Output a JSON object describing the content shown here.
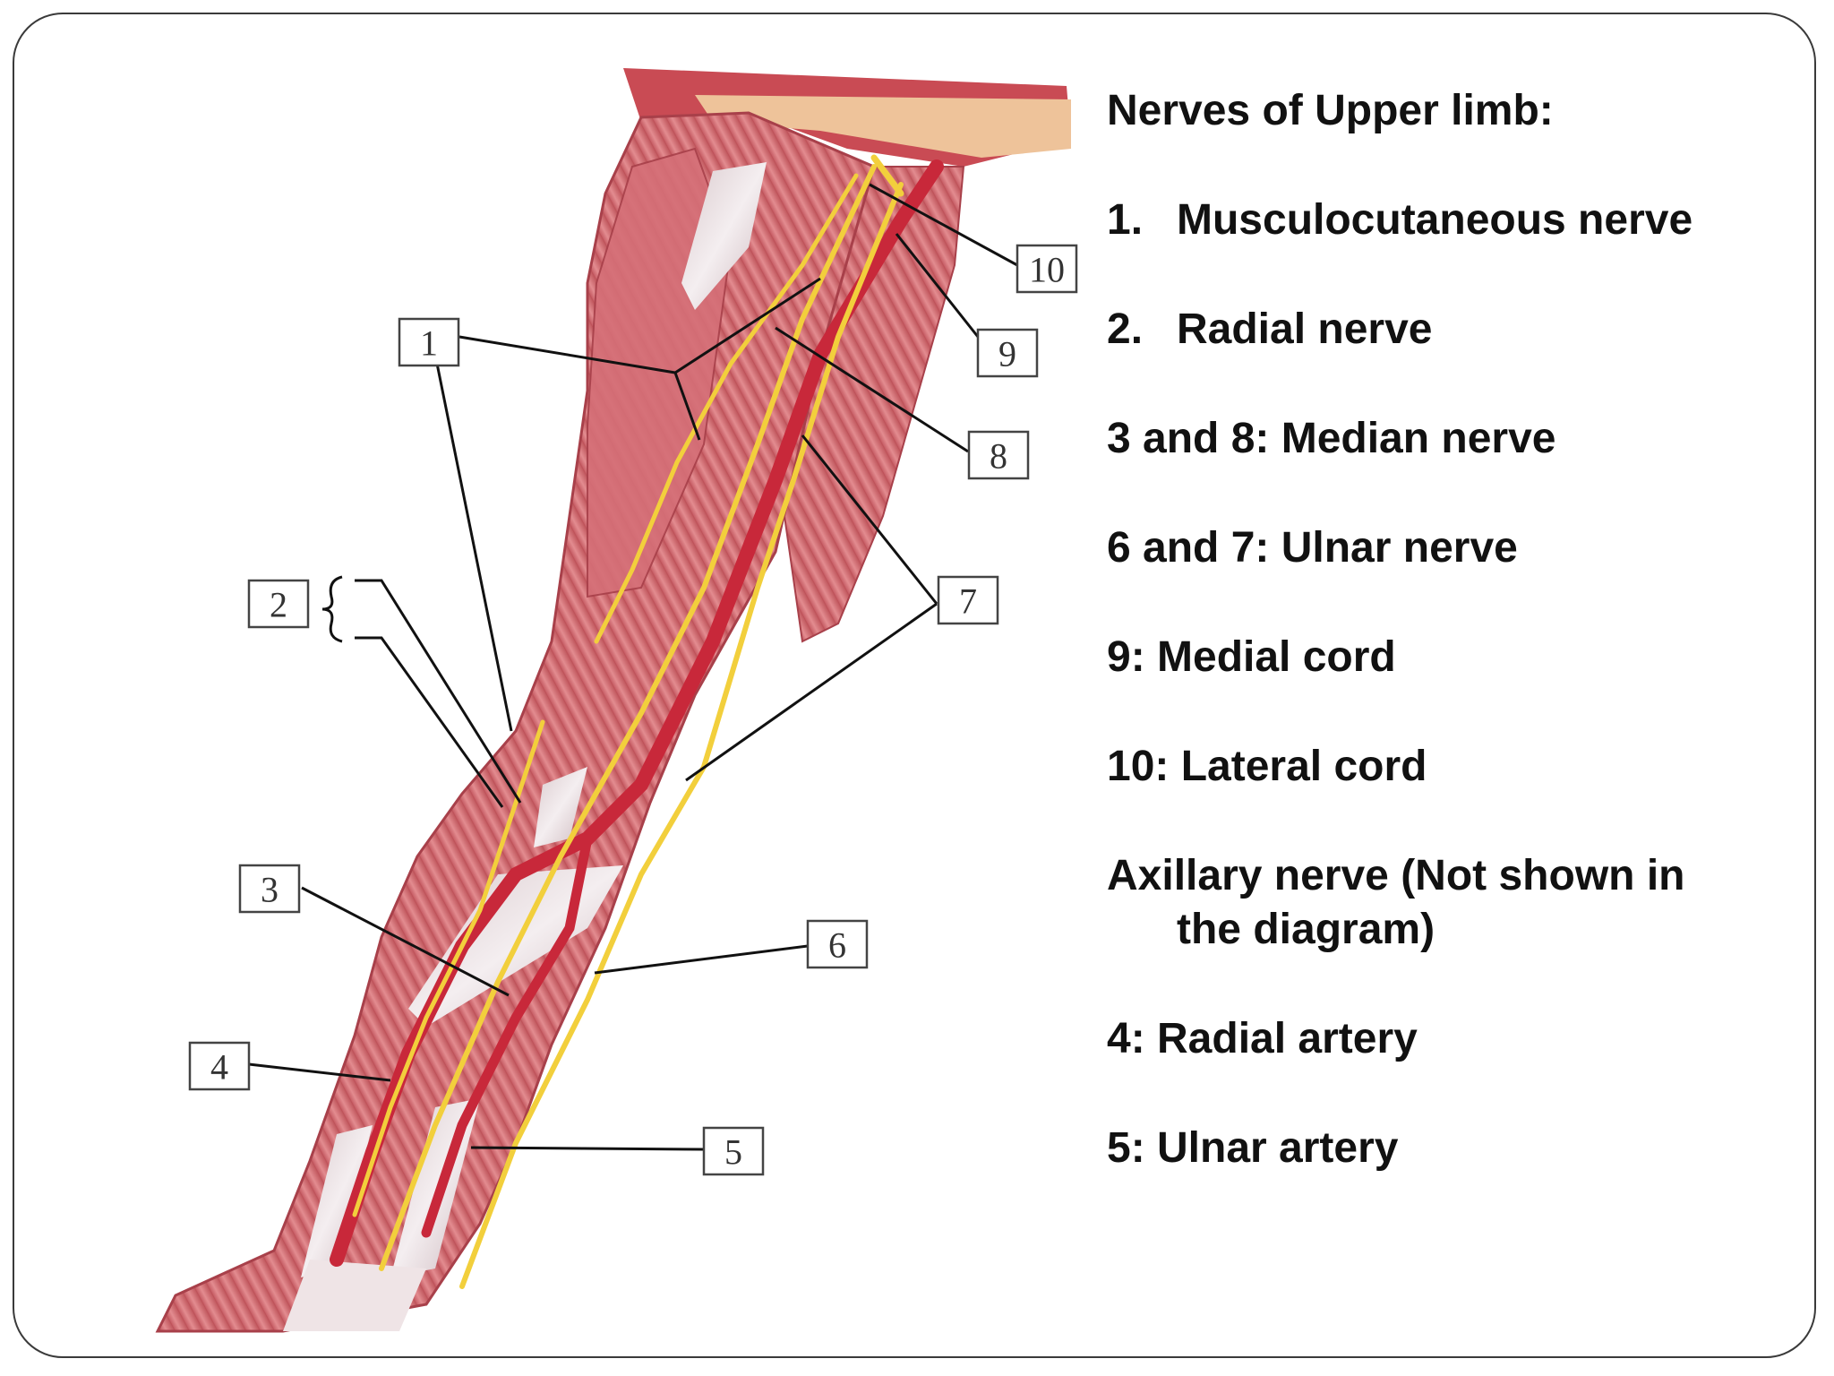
{
  "legend": {
    "title": "Nerves of Upper limb:",
    "items": [
      {
        "num": "1.",
        "text": "Musculocutaneous nerve"
      },
      {
        "num": "2.",
        "text": "Radial nerve"
      },
      {
        "text": "3 and 8: Median nerve"
      },
      {
        "text": "6 and 7: Ulnar nerve"
      },
      {
        "text": "9: Medial cord"
      },
      {
        "text": "10: Lateral cord"
      },
      {
        "text": "Axillary nerve (Not shown in",
        "cont": "the diagram)"
      },
      {
        "text": "4: Radial artery"
      },
      {
        "text": "5: Ulnar artery"
      }
    ]
  },
  "diagram_labels": {
    "l1": "1",
    "l2": "2",
    "l3": "3",
    "l4": "4",
    "l5": "5",
    "l6": "6",
    "l7": "7",
    "l8": "8",
    "l9": "9",
    "l10": "10"
  },
  "colors": {
    "muscle": "#d9737a",
    "muscle_dark": "#b8484f",
    "tendon": "#e8dcdc",
    "nerve": "#f2cf3c",
    "artery": "#c8283a",
    "fat": "#f0c9a0"
  },
  "icons": {
    "arm": "upper-limb-dissection-illustration"
  }
}
